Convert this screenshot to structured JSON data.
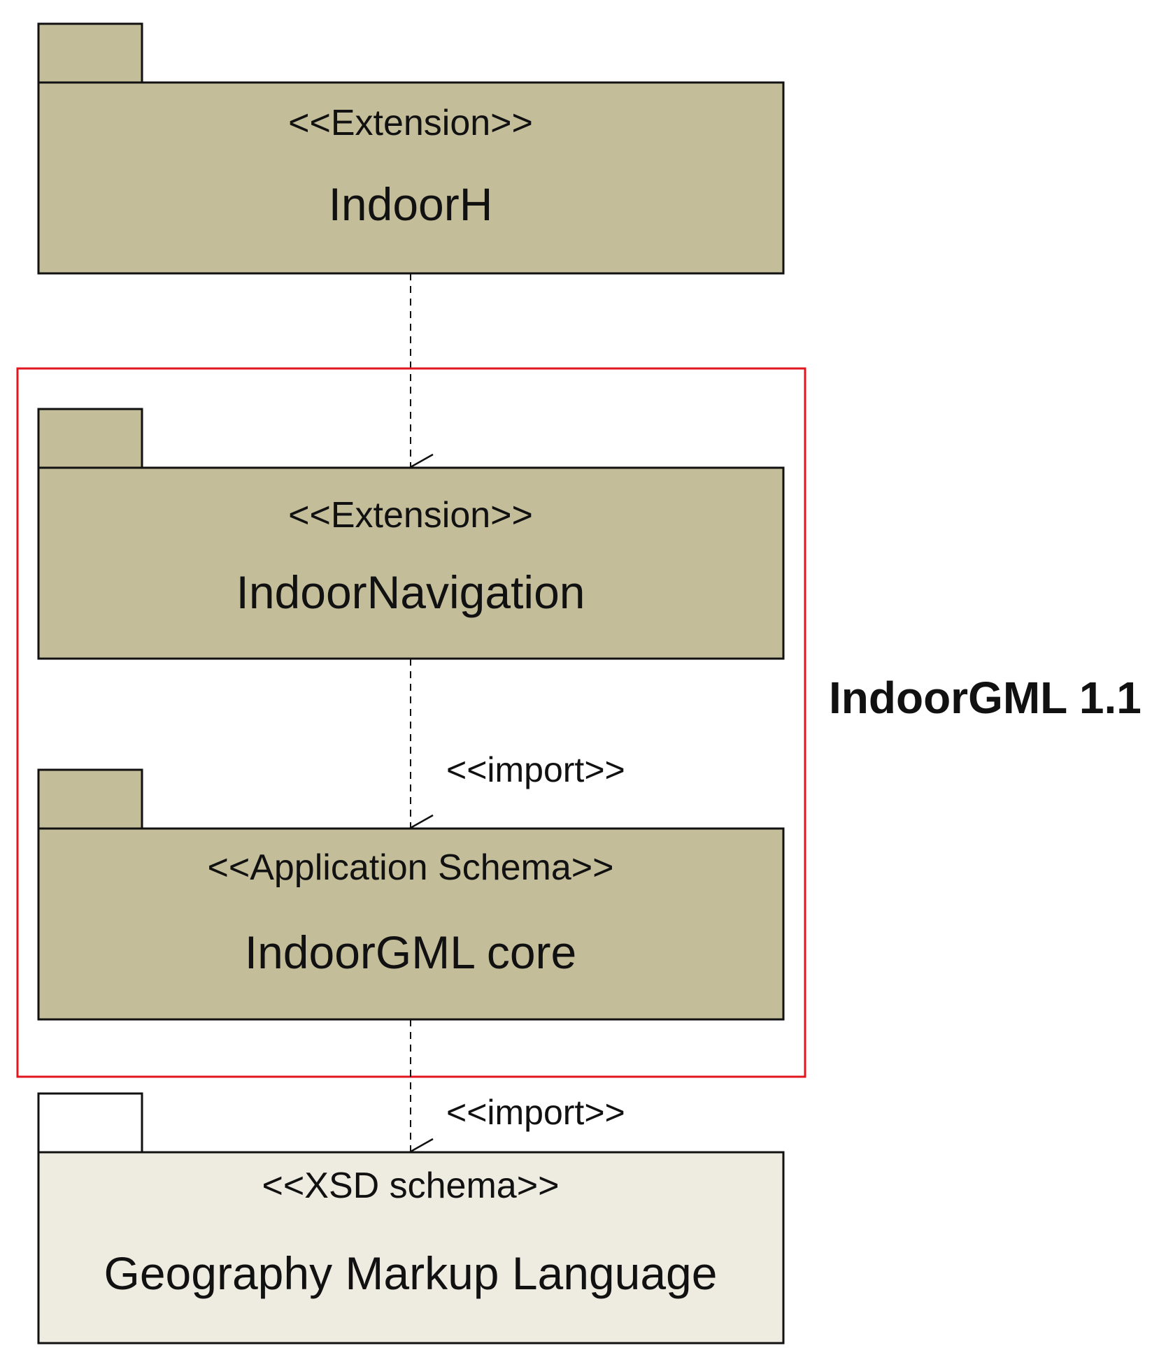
{
  "colors": {
    "extension_fill": "#c4bd9a",
    "xsd_fill": "#eeece1",
    "group_border": "#e0161c",
    "line": "#111111"
  },
  "packages": [
    {
      "id": "indoorh",
      "stereotype": "<<Extension>>",
      "name": "IndoorH"
    },
    {
      "id": "indoornavigation",
      "stereotype": "<<Extension>>",
      "name": "IndoorNavigation"
    },
    {
      "id": "indoorgml-core",
      "stereotype": "<<Application Schema>>",
      "name": "IndoorGML core"
    },
    {
      "id": "gml",
      "stereotype": "<<XSD schema>>",
      "name": "Geography Markup Language"
    }
  ],
  "dependencies": [
    {
      "from": "indoorh",
      "to": "indoornavigation",
      "label": ""
    },
    {
      "from": "indoornavigation",
      "to": "indoorgml-core",
      "label": "<<import>>"
    },
    {
      "from": "indoorgml-core",
      "to": "gml",
      "label": "<<import>>"
    }
  ],
  "group": {
    "label": "IndoorGML 1.1",
    "members": [
      "indoornavigation",
      "indoorgml-core"
    ]
  }
}
